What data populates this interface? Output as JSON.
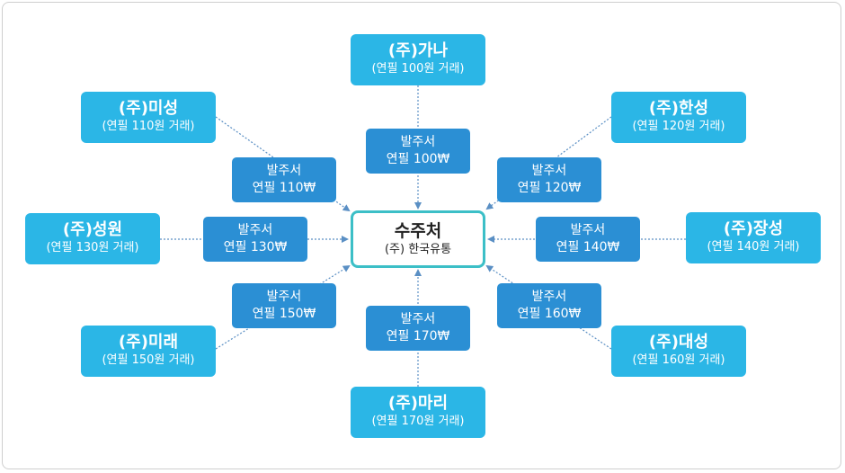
{
  "center": {
    "title": "수주처",
    "subtitle": "(주) 한국유통"
  },
  "suppliers": [
    {
      "name": "(주)가나",
      "deal": "(연필 100원 거래)"
    },
    {
      "name": "(주)한성",
      "deal": "(연필 120원 거래)"
    },
    {
      "name": "(주)장성",
      "deal": "(연필 140원 거래)"
    },
    {
      "name": "(주)대성",
      "deal": "(연필 160원 거래)"
    },
    {
      "name": "(주)마리",
      "deal": "(연필 170원 거래)"
    },
    {
      "name": "(주)미래",
      "deal": "(연필 150원 거래)"
    },
    {
      "name": "(주)성원",
      "deal": "(연필 130원 거래)"
    },
    {
      "name": "(주)미성",
      "deal": "(연필 110원 거래)"
    }
  ],
  "orders": [
    {
      "line1": "발주서",
      "line2": "연필 100₩"
    },
    {
      "line1": "발주서",
      "line2": "연필 120₩"
    },
    {
      "line1": "발주서",
      "line2": "연필 140₩"
    },
    {
      "line1": "발주서",
      "line2": "연필 160₩"
    },
    {
      "line1": "발주서",
      "line2": "연필 170₩"
    },
    {
      "line1": "발주서",
      "line2": "연필 150₩"
    },
    {
      "line1": "발주서",
      "line2": "연필 130₩"
    },
    {
      "line1": "발주서",
      "line2": "연필 110₩"
    }
  ],
  "colors": {
    "supplier": "#2bb6e6",
    "order": "#2b8fd4",
    "center_border": "#3cbfc7",
    "connector": "#5a8fc4"
  }
}
